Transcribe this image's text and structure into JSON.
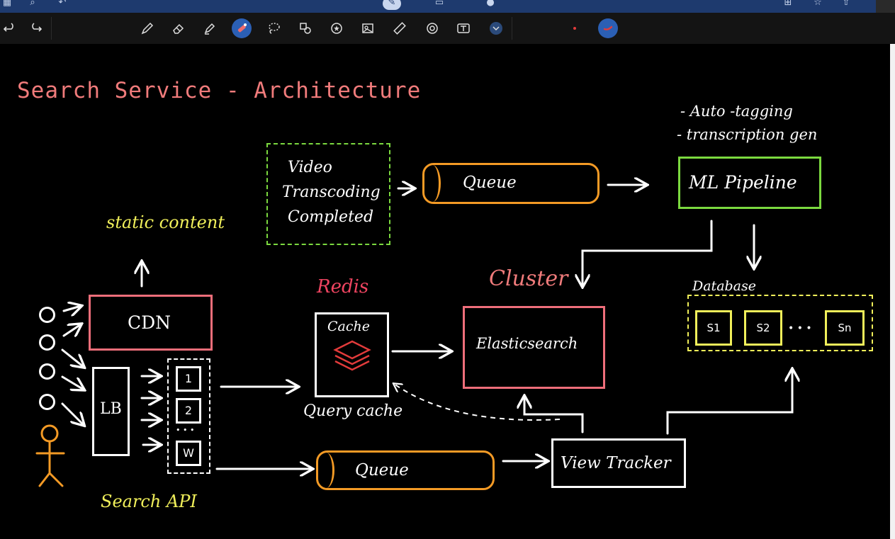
{
  "colors": {
    "title": "#f07b7b",
    "pink_box": "#ee6e7a",
    "queue": "#f39a25",
    "ml_box": "#7bd93f",
    "dashed_green": "#7bd93f",
    "yellow": "#f0ef5a",
    "white": "#ffffff",
    "topbar": "#1e3a6e",
    "active_tool": "#2b5fb4"
  },
  "toolbar": {
    "icons": [
      "undo-icon",
      "redo-icon",
      "pen-icon",
      "eraser-icon",
      "highlighter-icon",
      "marker-tool-icon",
      "lasso-icon",
      "shapes-icon",
      "sticker-icon",
      "image-icon",
      "ruler-icon",
      "magnifier-icon",
      "text-box-icon",
      "expand-icon",
      "red-dot-color",
      "red-color-swatch"
    ]
  },
  "diagram": {
    "title": "Search Service - Architecture",
    "ml_notes": [
      "- Auto -tagging",
      "- transcription    gen"
    ],
    "video_event": [
      "Video",
      "Transcoding",
      "Completed"
    ],
    "queue_top": "Queue",
    "queue_bottom": "Queue",
    "ml_pipeline": "ML Pipeline",
    "static_content": "static content",
    "cdn": "CDN",
    "lb": "LB",
    "workers": [
      "1",
      "2",
      "W"
    ],
    "worker_dots": "• • •",
    "search_api": "Search API",
    "redis_label": "Redis",
    "cache": "Cache",
    "query_cache": "Query cache",
    "cluster_label": "Cluster",
    "elasticsearch": "Elasticsearch",
    "database_label": "Database",
    "shards": [
      "S1",
      "S2",
      "Sn"
    ],
    "shard_dots": "• • •",
    "view_tracker": "View Tracker"
  }
}
